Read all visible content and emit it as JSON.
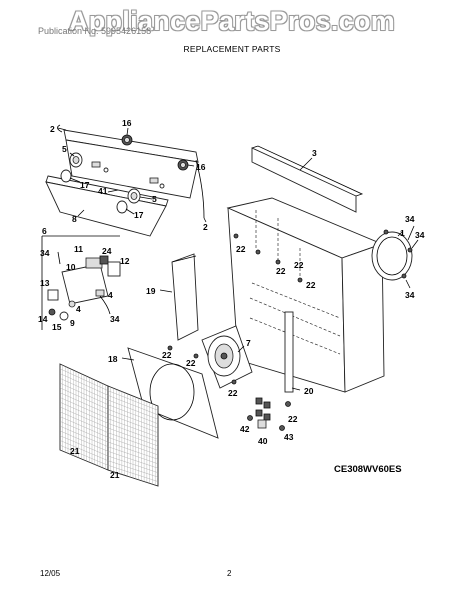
{
  "header": {
    "watermark": "AppliancePartsPros.com",
    "publication": "Publication No. 5995426158",
    "subtitle": "REPLACEMENT PARTS"
  },
  "model": "CE308WV60ES",
  "footer": {
    "date": "12/05",
    "page": "2"
  },
  "callouts": [
    {
      "id": "c-2a",
      "label": "2"
    },
    {
      "id": "c-16a",
      "label": "16"
    },
    {
      "id": "c-5a",
      "label": "5"
    },
    {
      "id": "c-17a",
      "label": "17"
    },
    {
      "id": "c-16b",
      "label": "16"
    },
    {
      "id": "c-41",
      "label": "41"
    },
    {
      "id": "c-5b",
      "label": "5"
    },
    {
      "id": "c-17b",
      "label": "17"
    },
    {
      "id": "c-8",
      "label": "8"
    },
    {
      "id": "c-2b",
      "label": "2"
    },
    {
      "id": "c-3",
      "label": "3"
    },
    {
      "id": "c-6",
      "label": "6"
    },
    {
      "id": "c-11",
      "label": "11"
    },
    {
      "id": "c-24",
      "label": "24"
    },
    {
      "id": "c-34a",
      "label": "34"
    },
    {
      "id": "c-10",
      "label": "10"
    },
    {
      "id": "c-12",
      "label": "12"
    },
    {
      "id": "c-4a",
      "label": "4"
    },
    {
      "id": "c-13",
      "label": "13"
    },
    {
      "id": "c-4b",
      "label": "4"
    },
    {
      "id": "c-14",
      "label": "14"
    },
    {
      "id": "c-9",
      "label": "9"
    },
    {
      "id": "c-15",
      "label": "15"
    },
    {
      "id": "c-34b",
      "label": "34"
    },
    {
      "id": "c-19",
      "label": "19"
    },
    {
      "id": "c-18",
      "label": "18"
    },
    {
      "id": "c-22a",
      "label": "22"
    },
    {
      "id": "c-22b",
      "label": "22"
    },
    {
      "id": "c-22c",
      "label": "22"
    },
    {
      "id": "c-22d",
      "label": "22"
    },
    {
      "id": "c-22e",
      "label": "22"
    },
    {
      "id": "c-34c",
      "label": "34"
    },
    {
      "id": "c-1",
      "label": "1"
    },
    {
      "id": "c-34d",
      "label": "34"
    },
    {
      "id": "c-34e",
      "label": "34"
    },
    {
      "id": "c-7",
      "label": "7"
    },
    {
      "id": "c-22f",
      "label": "22"
    },
    {
      "id": "c-22g",
      "label": "22"
    },
    {
      "id": "c-20",
      "label": "20"
    },
    {
      "id": "c-42",
      "label": "42"
    },
    {
      "id": "c-40",
      "label": "40"
    },
    {
      "id": "c-43",
      "label": "43"
    },
    {
      "id": "c-22h",
      "label": "22"
    },
    {
      "id": "c-21a",
      "label": "21"
    },
    {
      "id": "c-21b",
      "label": "21"
    }
  ]
}
